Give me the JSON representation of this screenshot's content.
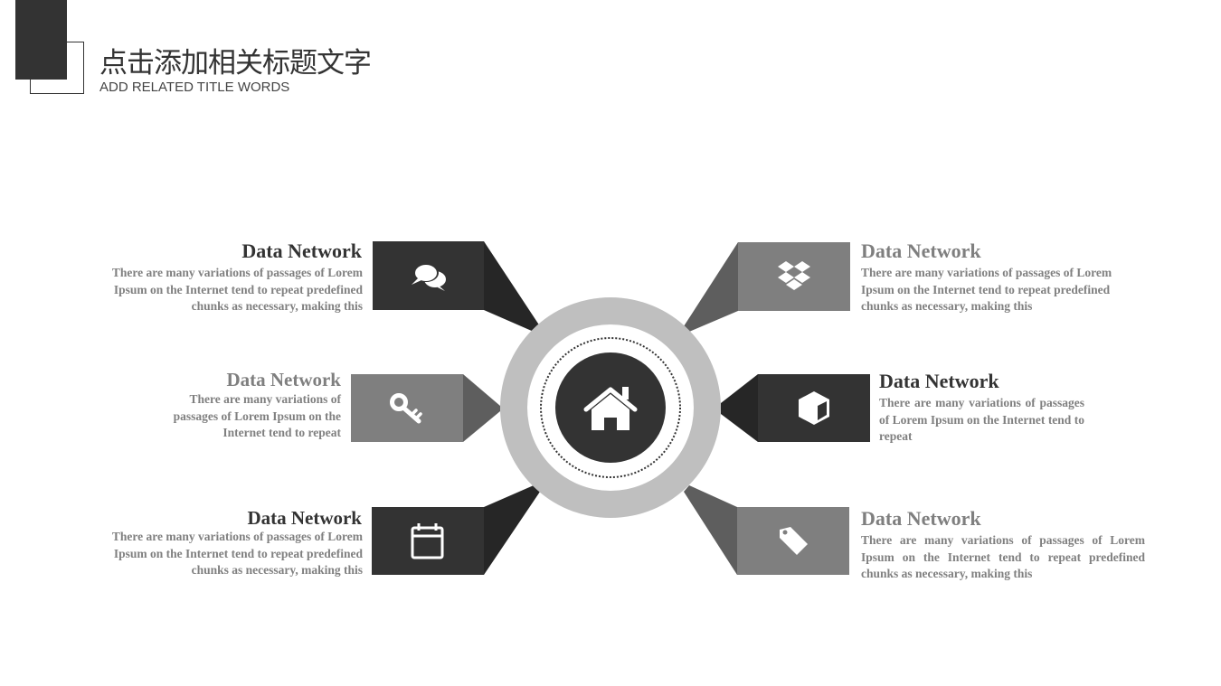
{
  "header": {
    "title_cn": "点击添加相关标题文字",
    "title_en": "ADD RELATED TITLE  WORDS"
  },
  "colors": {
    "dark": "#333333",
    "darker": "#262626",
    "gray": "#7f7f7f",
    "gray_connector": "#5e5e5e",
    "ring": "#bfbfbf",
    "text_gray": "#808080"
  },
  "center": {
    "icon": "home-icon"
  },
  "items": [
    {
      "position": "top-left",
      "heading": "Data Network",
      "icon": "chat-bubbles-icon",
      "text": "There are many  variations  of passages of Lorem Ipsum on the Internet tend to repeat predefined chunks as necessary, making this"
    },
    {
      "position": "middle-left",
      "heading": "Data Network",
      "icon": "key-icon",
      "text": "There are many variations of passages of Lorem Ipsum on the Internet tend to repeat"
    },
    {
      "position": "bottom-left",
      "heading": "Data Network",
      "icon": "calendar-icon",
      "text": "There are many  variations  of passages of Lorem Ipsum on the Internet tend to repeat predefined chunks as necessary, making this"
    },
    {
      "position": "top-right",
      "heading": "Data Network",
      "icon": "dropbox-icon",
      "text": "There are many  variations  of passages of Lorem Ipsum on the Internet tend to repeat predefined chunks as necessary, making this"
    },
    {
      "position": "middle-right",
      "heading": "Data Network",
      "icon": "cube-icon",
      "text": "There are many variations of passages of Lorem Ipsum on the Internet tend to repeat"
    },
    {
      "position": "bottom-right",
      "heading": "Data Network",
      "icon": "tag-icon",
      "text": "There are many variations of passages of Lorem Ipsum on the Internet tend to repeat predefined chunks as necessary, making this"
    }
  ]
}
